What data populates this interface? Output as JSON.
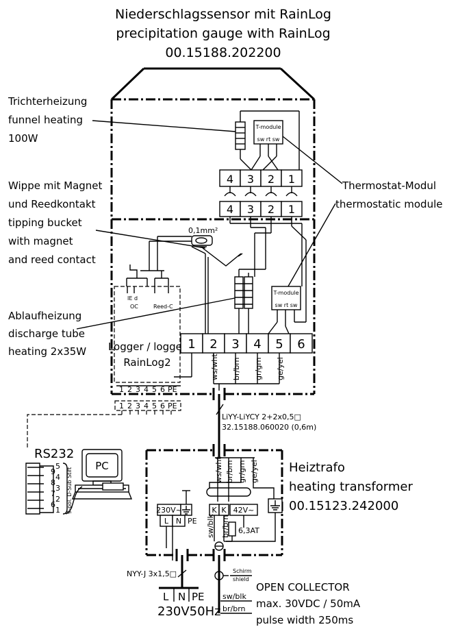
{
  "title": {
    "line1": "Niederschlagssensor mit RainLog",
    "line2": "precipitation gauge with RainLog",
    "line3": "00.15188.202200"
  },
  "labels": {
    "funnel_de": "Trichterheizung",
    "funnel_en": "funnel heating",
    "funnel_power": "100W",
    "bucket_de1": "Wippe mit Magnet",
    "bucket_de2": "und Reedkontakt",
    "bucket_en1": "tipping bucket",
    "bucket_en2": "with magnet",
    "bucket_en3": "and reed contact",
    "discharge_de": "Ablaufheizung",
    "discharge_en": "discharge tube",
    "discharge_power": "heating  2x35W",
    "thermo_de": "Thermostat-Modul",
    "thermo_en": "thermostatic module",
    "tmodule": "T-module",
    "tmodule_pins": "sw  rt  sw",
    "wire_size": "0,1mm²",
    "oc": "OC",
    "reed": "Reed-C",
    "logger1": "Logger / logger",
    "logger2": "RainLog2",
    "cable1": "LiYY-LiYCY 2+2x0,5□",
    "cable2": "32.15188.060020 (0,6m)",
    "rs232": "RS232",
    "pc": "PC",
    "dsub": "9-pol. D-Sub Stift",
    "transformer_de": "Heiztrafo",
    "transformer_en": "heating transformer",
    "transformer_part": "00.15123.242000",
    "v230": "230V~",
    "v42": "42V~",
    "fuse": "6,3AT",
    "nyy": "NYY-J  3x1,5□",
    "mains": "230V50Hz",
    "schirm": "Schirm",
    "shield": "shield",
    "oc_title": "OPEN COLLECTOR",
    "oc_max": "max. 30VDC / 50mA",
    "oc_pulse": "pulse width 250ms"
  },
  "terminals": {
    "upper": [
      "4",
      "3",
      "2",
      "1"
    ],
    "main": [
      "1",
      "2",
      "3",
      "4",
      "5",
      "6"
    ],
    "logger": [
      "1",
      "2",
      "3",
      "4",
      "5",
      "6",
      "PE"
    ],
    "dsub": [
      "5",
      "9",
      "4",
      "8",
      "3",
      "7",
      "2",
      "6",
      "1"
    ],
    "mains": [
      "L",
      "N",
      "PE"
    ],
    "trafo_in": [
      "L",
      "N",
      "PE"
    ],
    "trafo_out": [
      "K",
      "K"
    ]
  },
  "wires": {
    "main": [
      "ws/wht",
      "br/brn",
      "gr/grn",
      "ge/yel"
    ],
    "trafo_out": [
      "sw/blk",
      "br/brn"
    ],
    "oc": [
      "sw/blk",
      "br/brn"
    ]
  }
}
